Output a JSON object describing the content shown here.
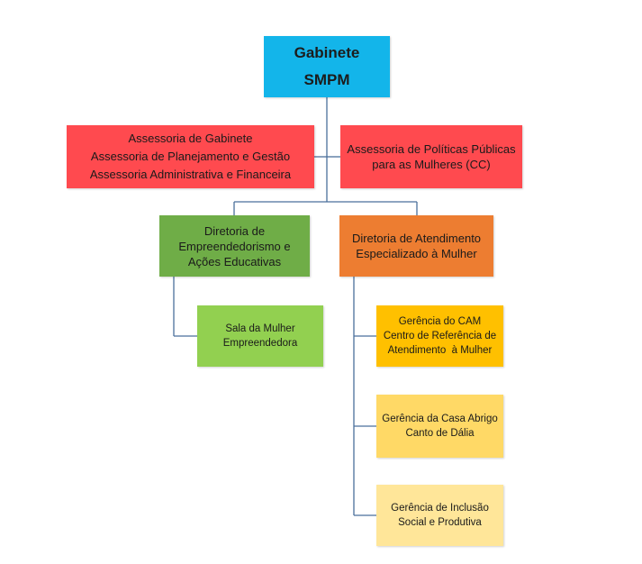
{
  "root": {
    "lines": [
      "Gabinete",
      "SMPM"
    ],
    "color": "#13b5ea"
  },
  "advisory_left": {
    "lines": [
      "Assessoria de Gabinete",
      "Assessoria de Planejamento e Gestão",
      "Assessoria Administrativa e Financeira"
    ],
    "color": "#ff4a4f"
  },
  "advisory_right": {
    "lines": [
      "Assessoria de Políticas Públicas",
      "para as Mulheres (CC)"
    ],
    "color": "#ff4a4f"
  },
  "directorate_left": {
    "lines": [
      "Diretoria de",
      "Empreendedorismo e",
      "Ações Educativas"
    ],
    "color": "#6fad47"
  },
  "directorate_right": {
    "lines": [
      "Diretoria de Atendimento",
      "Especializado à Mulher"
    ],
    "color": "#ed7d31"
  },
  "sala": {
    "lines": [
      "Sala da Mulher",
      "Empreendedora"
    ],
    "color": "#92d050"
  },
  "cam": {
    "lines": [
      "Gerência do CAM",
      "Centro de Referência de",
      "Atendimento  à Mulher"
    ],
    "color": "#ffc000"
  },
  "casa_abrigo": {
    "lines": [
      "Gerência da Casa Abrigo",
      "Canto de Dália"
    ],
    "color": "#ffd966"
  },
  "inclusao": {
    "lines": [
      "Gerência de Inclusão",
      "Social e Produtiva"
    ],
    "color": "#ffe699"
  },
  "connector_color": "#4a6f9c"
}
